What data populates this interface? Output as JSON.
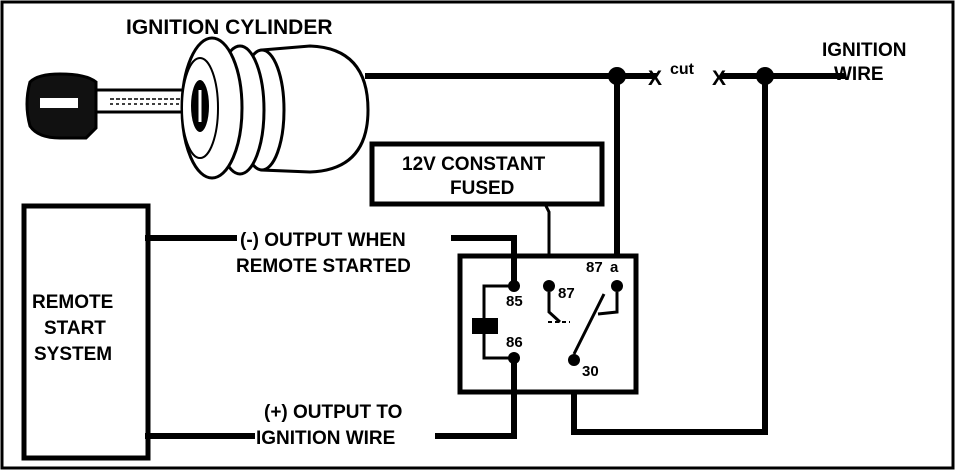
{
  "labels": {
    "ignition_cylinder": "IGNITION CYLINDER",
    "ignition_wire_line1": "IGNITION",
    "ignition_wire_line2": "WIRE",
    "cut": "cut",
    "cut_mark_left": "X",
    "cut_mark_right": "X",
    "constant_line1": "12V CONSTANT",
    "constant_line2": "FUSED",
    "neg_output_line1": "(-) OUTPUT WHEN",
    "neg_output_line2": "REMOTE STARTED",
    "pos_output_line1": "(+) OUTPUT TO",
    "pos_output_line2": "IGNITION  WIRE",
    "remote_line1": "REMOTE",
    "remote_line2": "START",
    "remote_line3": "SYSTEM"
  },
  "relay_pins": {
    "pin85": "85",
    "pin86": "86",
    "pin87": "87",
    "pin87a": "87",
    "pin87a_suffix": "a",
    "pin30": "30"
  },
  "colors": {
    "line": "#000000",
    "key_head": "#111111",
    "background": "#ffffff"
  }
}
